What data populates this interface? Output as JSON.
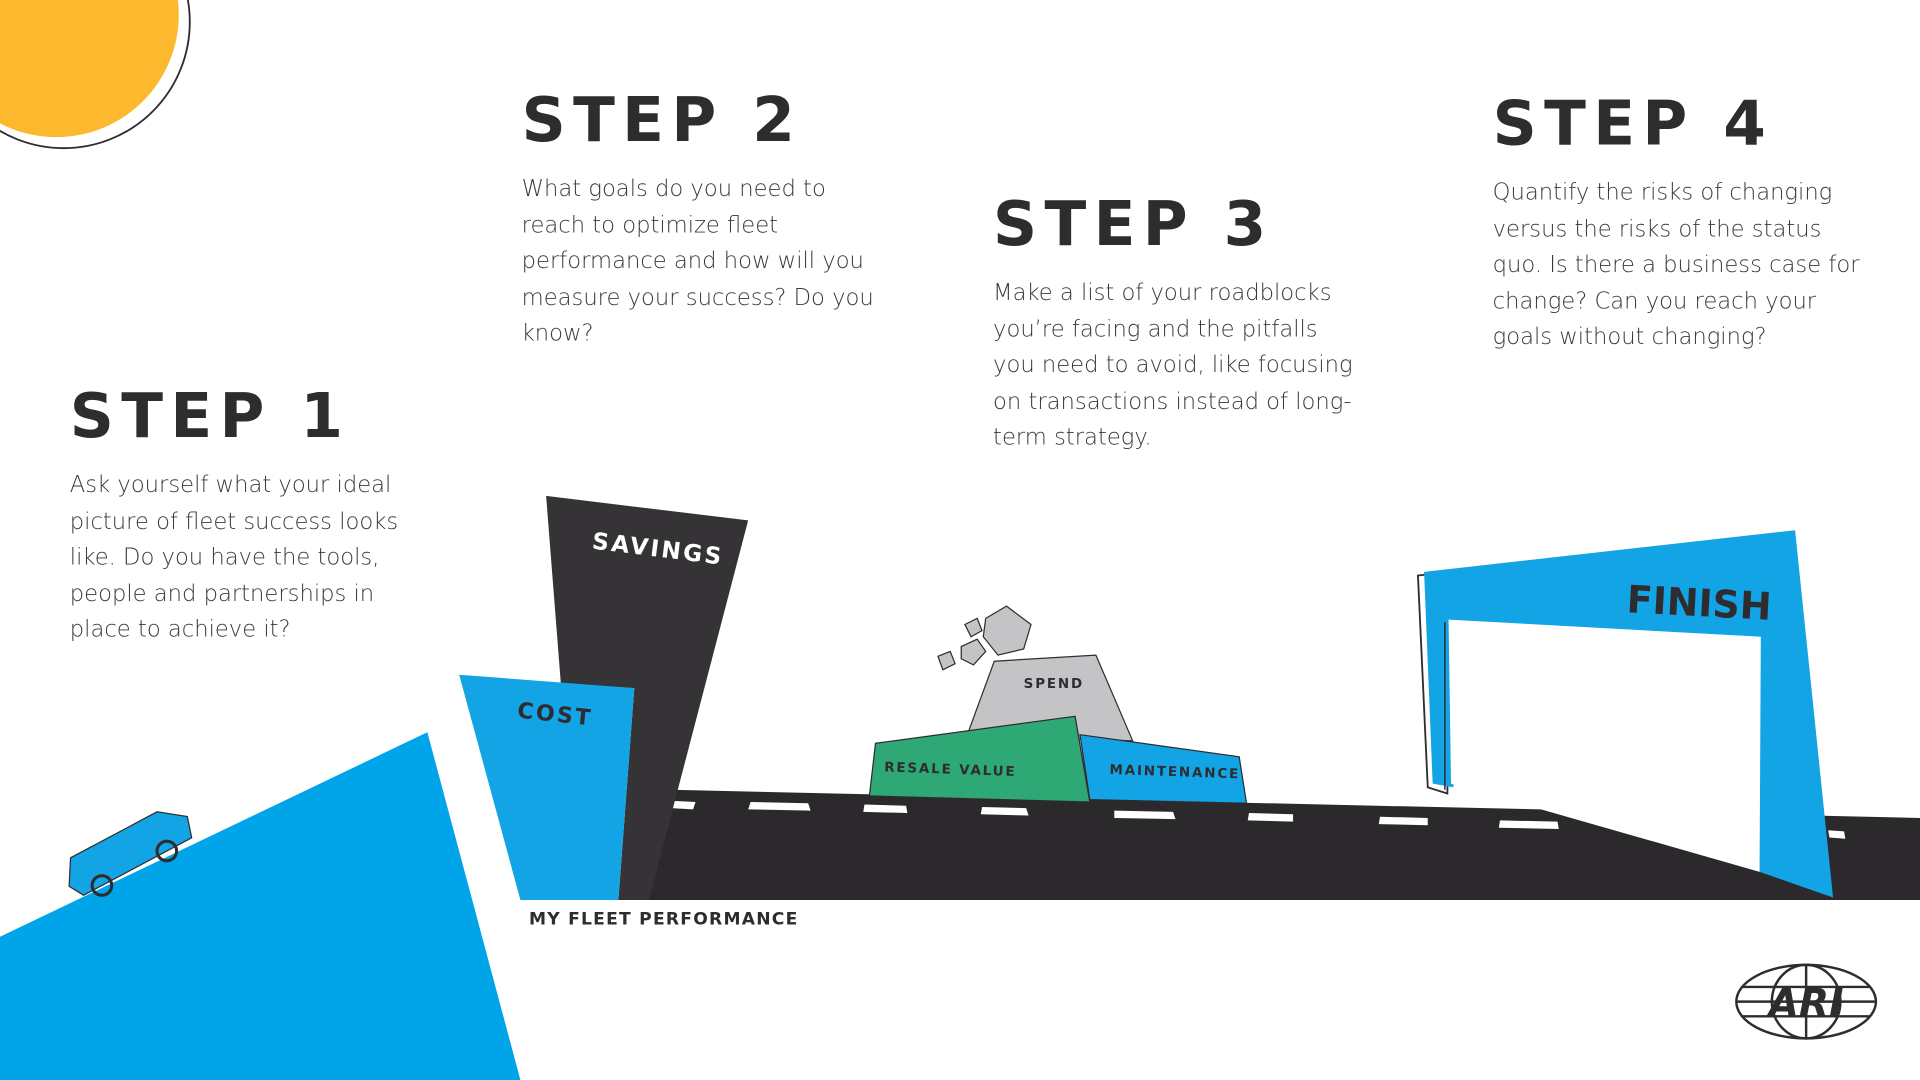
{
  "steps": [
    {
      "title": "STEP 1",
      "body": "Ask yourself what your ideal picture of fleet success looks like. Do you have the tools, people and partnerships in place to achieve it?"
    },
    {
      "title": "STEP 2",
      "body": "What goals do you need to reach to optimize fleet performance and how will you measure your success? Do you know?"
    },
    {
      "title": "STEP 3",
      "body": "Make a list of your roadblocks you’re facing and the pitfalls you need to avoid, like focusing on transactions instead of long-term strategy."
    },
    {
      "title": "STEP 4",
      "body": "Quantify the risks of changing versus the risks of the status quo. Is there a business case for change? Can you reach your goals without changing?"
    }
  ],
  "labels": {
    "savings": "SAVINGS",
    "cost": "COST",
    "spend": "SPEND",
    "resale_value": "RESALE VALUE",
    "maintenance": "MAINTENANCE",
    "finish": "FINISH"
  },
  "caption": "MY FLEET PERFORMANCE",
  "logo": "ARI",
  "colors": {
    "blue": "#12A4E4",
    "dark": "#2E2C2F",
    "yellow": "#FDB92E",
    "green": "#2EA874",
    "grey": "#C4C3C6"
  }
}
